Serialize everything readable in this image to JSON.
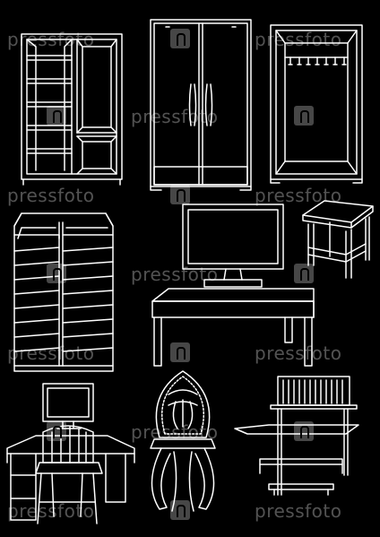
{
  "image": {
    "subject": "white outline furniture set",
    "background": "#000000",
    "line_color": "#ffffff",
    "watermark_color": "rgba(255,255,255,0.32)"
  },
  "objects": [
    {
      "id": "bookshelf-cabinet",
      "label": "open bookshelf with side compartment"
    },
    {
      "id": "wardrobe",
      "label": "two-door wardrobe"
    },
    {
      "id": "coat-rack-cabinet",
      "label": "hallway coat-rack cabinet"
    },
    {
      "id": "stool",
      "label": "square stool"
    },
    {
      "id": "tall-shelf-unit",
      "label": "tall slanted shelf unit"
    },
    {
      "id": "monitor",
      "label": "flat-screen monitor"
    },
    {
      "id": "desk",
      "label": "low table"
    },
    {
      "id": "computer-desk",
      "label": "corner computer desk with chair"
    },
    {
      "id": "ornate-chair",
      "label": "ornate carved chair"
    },
    {
      "id": "etagere",
      "label": "étagère shelf with books"
    }
  ],
  "watermark": {
    "text": "pressfoto"
  }
}
